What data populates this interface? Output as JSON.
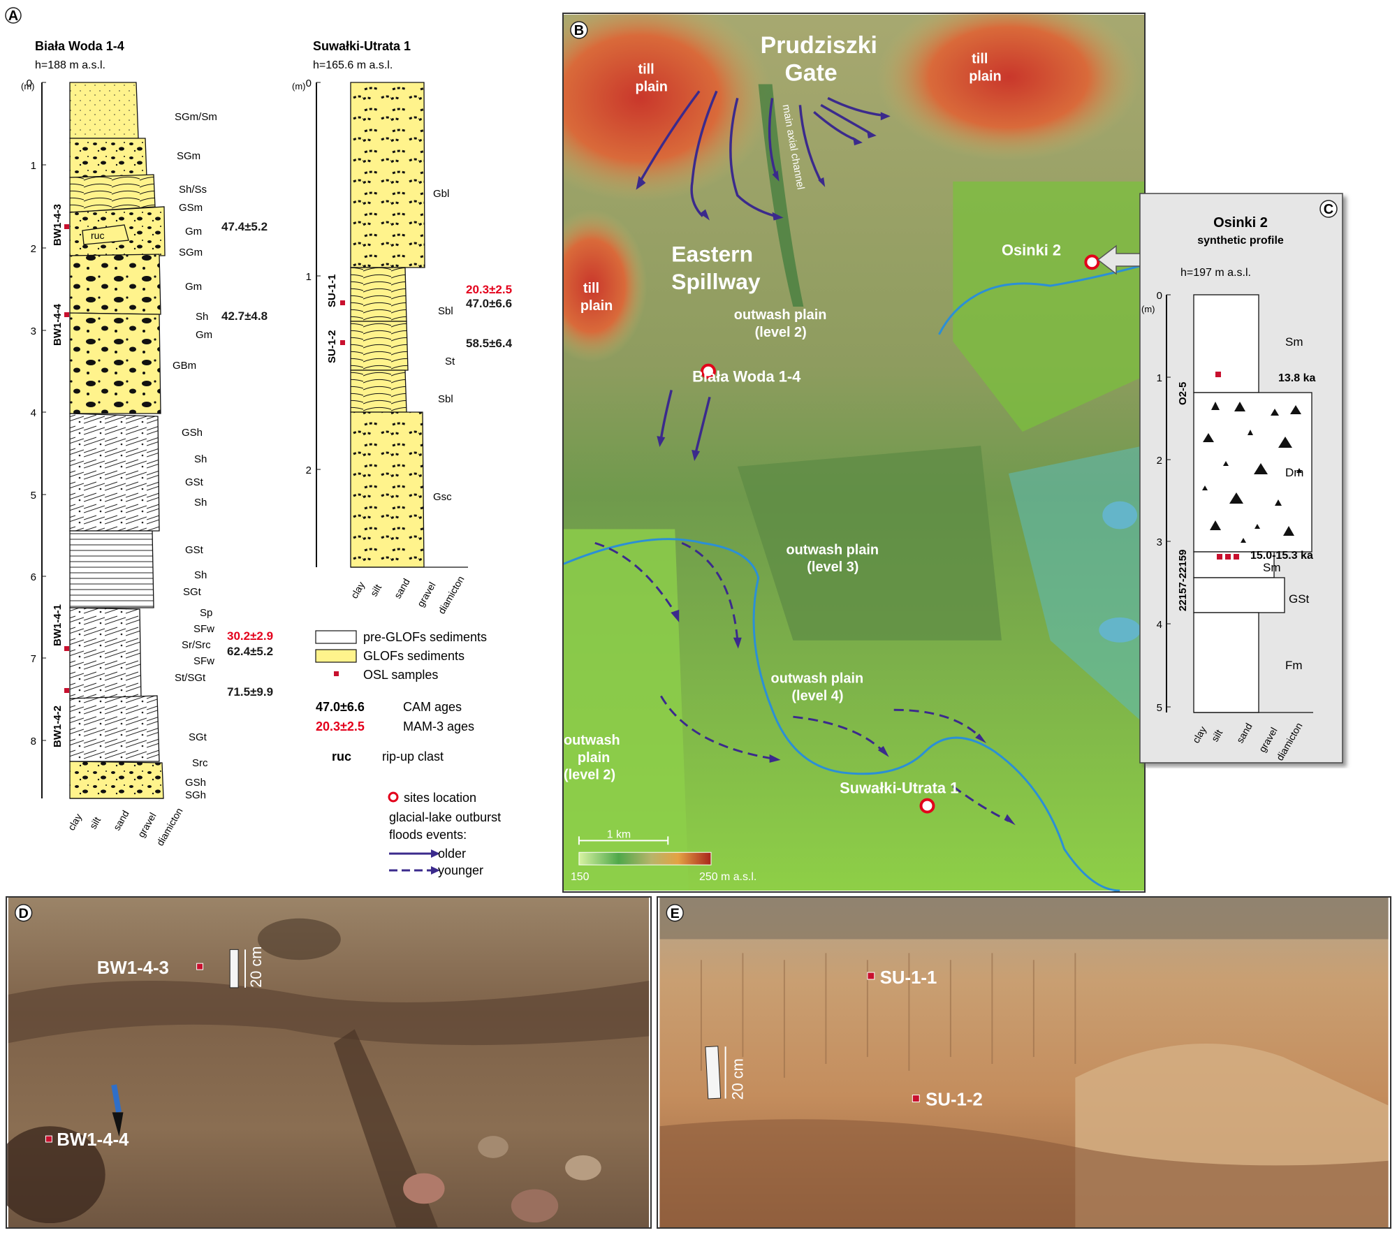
{
  "panel_a": {
    "letter": "A",
    "bw": {
      "title": "Biała Woda 1-4",
      "elevation": "h=188 m a.s.l.",
      "axis_unit": "(m)",
      "ticks": [
        "0",
        "1",
        "2",
        "3",
        "4",
        "5",
        "6",
        "7",
        "8"
      ],
      "facies": [
        "SGm/Sm",
        "SGm",
        "Sh/Ss",
        "GSm",
        "Gm",
        "SGm",
        "Gm",
        "Sh",
        "Gm",
        "GBm",
        "GSh",
        "Sh",
        "GSt",
        "Sh",
        "GSt",
        "Sh",
        "SGt",
        "Sp",
        "SFw",
        "Sr/Src",
        "SFw",
        "St/SGt",
        "SGt",
        "Src",
        "GSh",
        "SGh"
      ],
      "sample_labels": [
        "BW1-4-3",
        "BW1-4-4",
        "BW1-4-1",
        "BW1-4-2"
      ],
      "ages": [
        {
          "text": "47.4±5.2",
          "type": "CAM"
        },
        {
          "text": "42.7±4.8",
          "type": "CAM"
        },
        {
          "text": "30.2±2.9",
          "type": "MAM"
        },
        {
          "text": "62.4±5.2",
          "type": "CAM"
        },
        {
          "text": "71.5±9.9",
          "type": "CAM"
        }
      ],
      "ruc": "ruc",
      "grain_axis": [
        "clay",
        "silt",
        "sand",
        "gravel",
        "diamicton"
      ]
    },
    "su": {
      "title": "Suwałki-Utrata 1",
      "elevation": "h=165.6 m a.s.l.",
      "axis_unit": "(m)",
      "ticks": [
        "0",
        "1",
        "2"
      ],
      "facies": [
        "Gbl",
        "Sbl",
        "St",
        "Sbl",
        "Gsc"
      ],
      "sample_labels": [
        "SU-1-1",
        "SU-1-2"
      ],
      "ages": [
        {
          "text": "20.3±2.5",
          "type": "MAM"
        },
        {
          "text": "47.0±6.6",
          "type": "CAM"
        },
        {
          "text": "58.5±6.4",
          "type": "CAM"
        }
      ],
      "grain_axis": [
        "clay",
        "silt",
        "sand",
        "gravel",
        "diamicton"
      ]
    },
    "legend": {
      "pre_glof": "pre-GLOFs sediments",
      "glof": "GLOFs sediments",
      "osl": "OSL samples",
      "cam_value": "47.0±6.6",
      "cam_label": "CAM ages",
      "mam_value": "20.3±2.5",
      "mam_label": "MAM-3 ages",
      "ruc": "ruc",
      "ruc_label": "rip-up clast",
      "sites": "sites location",
      "glof_events_1": "glacial-lake outburst",
      "glof_events_2": "floods events:",
      "older": "older",
      "younger": "younger"
    }
  },
  "panel_b": {
    "letter": "B",
    "labels": {
      "prudziszki_1": "Prudziszki",
      "prudziszki_2": "Gate",
      "till_plain": "till",
      "till_plain_2": "plain",
      "main_channel": "main axial channel",
      "eastern_1": "Eastern",
      "eastern_2": "Spillway",
      "ow2_1": "outwash plain",
      "ow2_2": "(level 2)",
      "ow3_1": "outwash plain",
      "ow3_2": "(level 3)",
      "ow4_1": "outwash plain",
      "ow4_2": "(level 4)",
      "owl_1": "outwash",
      "owl_2": "plain",
      "owl_3": "(level 2)",
      "bw_site": "Biała Woda 1-4",
      "su_site": "Suwałki-Utrata 1",
      "osinki_site": "Osinki 2",
      "scale": "1 km",
      "elev_min": "150",
      "elev_max": "250 m a.s.l."
    },
    "colors": {
      "older_arrow": "#3b2a8c",
      "younger_arrow": "#3b2a8c",
      "site_ring": "#e2001a",
      "river": "#2b8fd6"
    }
  },
  "panel_c": {
    "letter": "C",
    "title": "Osinki 2",
    "subtitle": "synthetic profile",
    "elevation": "h=197 m a.s.l.",
    "axis_unit": "(m)",
    "ticks": [
      "0",
      "1",
      "2",
      "3",
      "4",
      "5"
    ],
    "facies": [
      "Sm",
      "Dm",
      "Sm",
      "GSt",
      "Fm"
    ],
    "sample_labels": [
      "O2-5",
      "22157-22159"
    ],
    "ages": [
      "13.8 ka",
      "15.0-15.3 ka"
    ],
    "grain_axis": [
      "clay",
      "silt",
      "sand",
      "gravel",
      "diamicton"
    ]
  },
  "panel_d": {
    "letter": "D",
    "labels": [
      "BW1-4-3",
      "BW1-4-4"
    ],
    "scale": "20 cm"
  },
  "panel_e": {
    "letter": "E",
    "labels": [
      "SU-1-1",
      "SU-1-2"
    ],
    "scale": "20 cm"
  }
}
